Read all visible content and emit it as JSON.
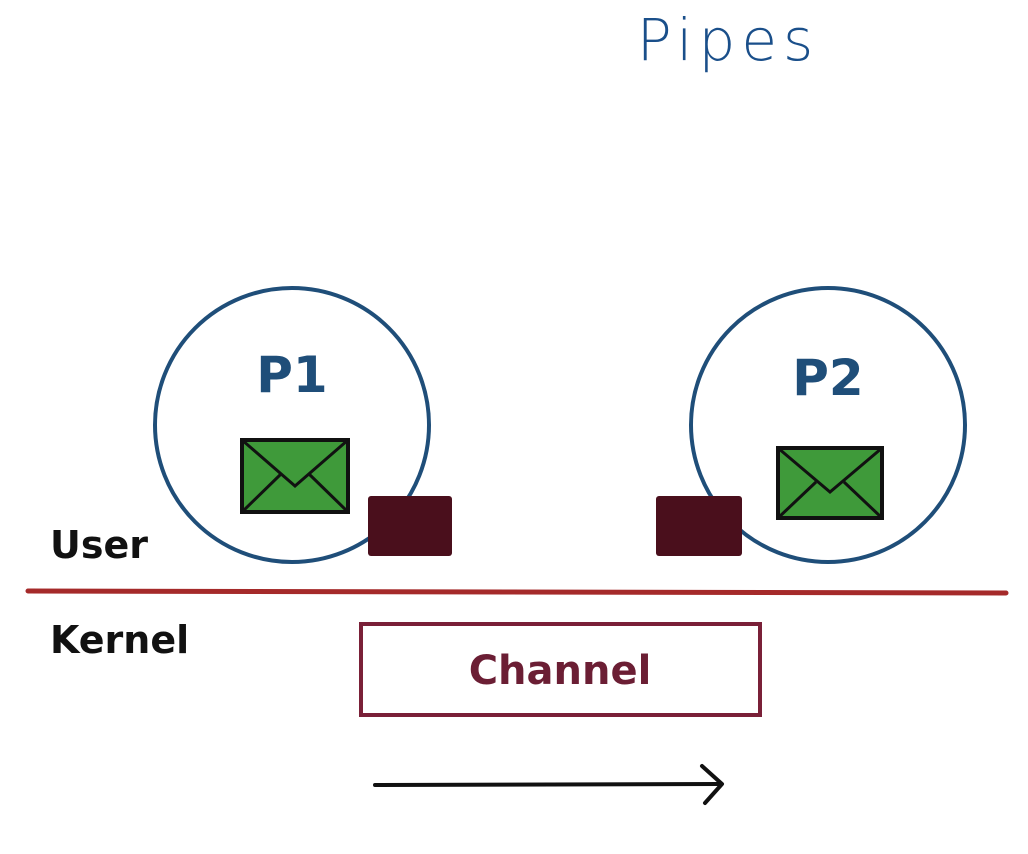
{
  "title": "Pipes",
  "layers": {
    "user": "User",
    "kernel": "Kernel"
  },
  "processes": [
    {
      "label": "P1"
    },
    {
      "label": "P2"
    }
  ],
  "channel": {
    "label": "Channel"
  },
  "colors": {
    "process_circle": "#1f4e79",
    "process_label": "#1f4e79",
    "title": "#1a4f8a",
    "divider": "#a52a2a",
    "port": "#4a0f1c",
    "channel_border": "#7a2038",
    "channel_label": "#6b1e34",
    "envelope_fill": "#3f9a3a",
    "envelope_stroke": "#111111",
    "arrow": "#111111",
    "layer_label": "#111111"
  },
  "icons": {
    "message": "envelope-icon",
    "direction": "arrow-right-icon"
  }
}
